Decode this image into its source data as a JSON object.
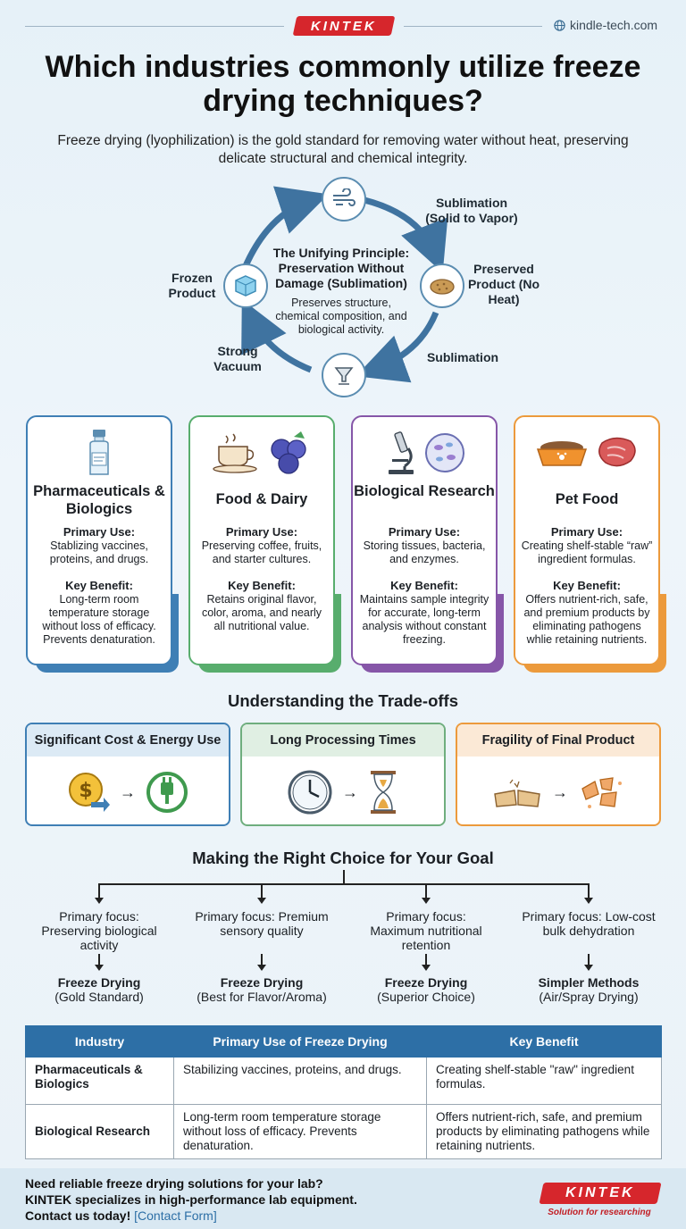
{
  "header": {
    "brand": "KINTEK",
    "site": "kindle-tech.com"
  },
  "title": "Which industries commonly utilize freeze drying techniques?",
  "subtitle": "Freeze drying (lyophilization) is the gold standard for removing water without heat, preserving delicate structural and chemical integrity.",
  "cycle": {
    "center_title": "The Unifying Principle: Preservation Without Damage (Sublimation)",
    "center_desc": "Preserves structure, chemical composition, and biological activity.",
    "labels": {
      "sublimation_top": "Sublimation (Solid to Vapor)",
      "preserved": "Preserved Product (No Heat)",
      "sublimation_bottom": "Sublimation",
      "vacuum": "Strong Vacuum",
      "frozen": "Frozen Product"
    }
  },
  "industries": [
    {
      "title": "Pharmaceuticals & Biologics",
      "use_label": "Primary Use:",
      "use": "Stablizing vaccines, proteins, and drugs.",
      "benefit_label": "Key Benefit:",
      "benefit": "Long-term room temperature storage without loss of efficacy. Prevents denaturation.",
      "color": "#3f7fb5"
    },
    {
      "title": "Food & Dairy",
      "use_label": "Primary Use:",
      "use": "Preserving coffee, fruits, and starter cultures.",
      "benefit_label": "Key Benefit:",
      "benefit": "Retains original flavor, color, aroma, and nearly all nutritional value.",
      "color": "#58ad6d"
    },
    {
      "title": "Biological Research",
      "use_label": "Primary Use:",
      "use": "Storing tissues, bacteria, and enzymes.",
      "benefit_label": "Key Benefit:",
      "benefit": "Maintains sample integrity for accurate, long-term analysis without constant freezing.",
      "color": "#8656a8"
    },
    {
      "title": "Pet Food",
      "use_label": "Primary Use:",
      "use": "Creating shelf-stable “raw” ingredient formulas.",
      "benefit_label": "Key Benefit:",
      "benefit": "Offers nutrient-rich, safe, and premium products by eliminating pathogens whlie retaining nutrients.",
      "color": "#ec9a3c"
    }
  ],
  "tradeoffs": {
    "heading": "Understanding the Trade-offs",
    "items": [
      {
        "title": "Significant Cost & Energy Use",
        "color": "#3f7fb5",
        "bg": "#dceaf5"
      },
      {
        "title": "Long Processing Times",
        "color": "#6fae7e",
        "bg": "#e0efe3"
      },
      {
        "title": "Fragility of Final Product",
        "color": "#ec9a3c",
        "bg": "#fbe9d6"
      }
    ]
  },
  "choice": {
    "heading": "Making the Right Choice for Your Goal",
    "branches": [
      {
        "focus": "Primary focus: Preserving biological activity",
        "method": "Freeze Drying",
        "note": "(Gold Standard)"
      },
      {
        "focus": "Primary focus: Premium sensory quality",
        "method": "Freeze Drying",
        "note": "(Best for Flavor/Aroma)"
      },
      {
        "focus": "Primary focus: Maximum nutritional retention",
        "method": "Freeze Drying",
        "note": "(Superior Choice)"
      },
      {
        "focus": "Primary focus: Low-cost bulk dehydration",
        "method": "Simpler Methods",
        "note": "(Air/Spray Drying)"
      }
    ]
  },
  "table": {
    "headers": [
      "Industry",
      "Primary Use of Freeze Drying",
      "Key Benefit"
    ],
    "rows": [
      [
        "Pharmaceuticals & Biologics",
        "Stabilizing vaccines, proteins, and drugs.",
        "Creating shelf-stable \"raw\" ingredient formulas."
      ],
      [
        "Biological Research",
        "Long-term room temperature storage without loss of efficacy. Prevents denaturation.",
        "Offers nutrient-rich, safe, and premium products by eliminating pathogens while retaining nutrients."
      ]
    ]
  },
  "footer": {
    "line1": "Need reliable freeze drying solutions for your lab?",
    "line2": "KINTEK specializes in high-performance lab equipment.",
    "line3": "Contact us today!",
    "link": "[Contact Form]",
    "brand": "KINTEK",
    "tagline": "Solution for researching"
  }
}
